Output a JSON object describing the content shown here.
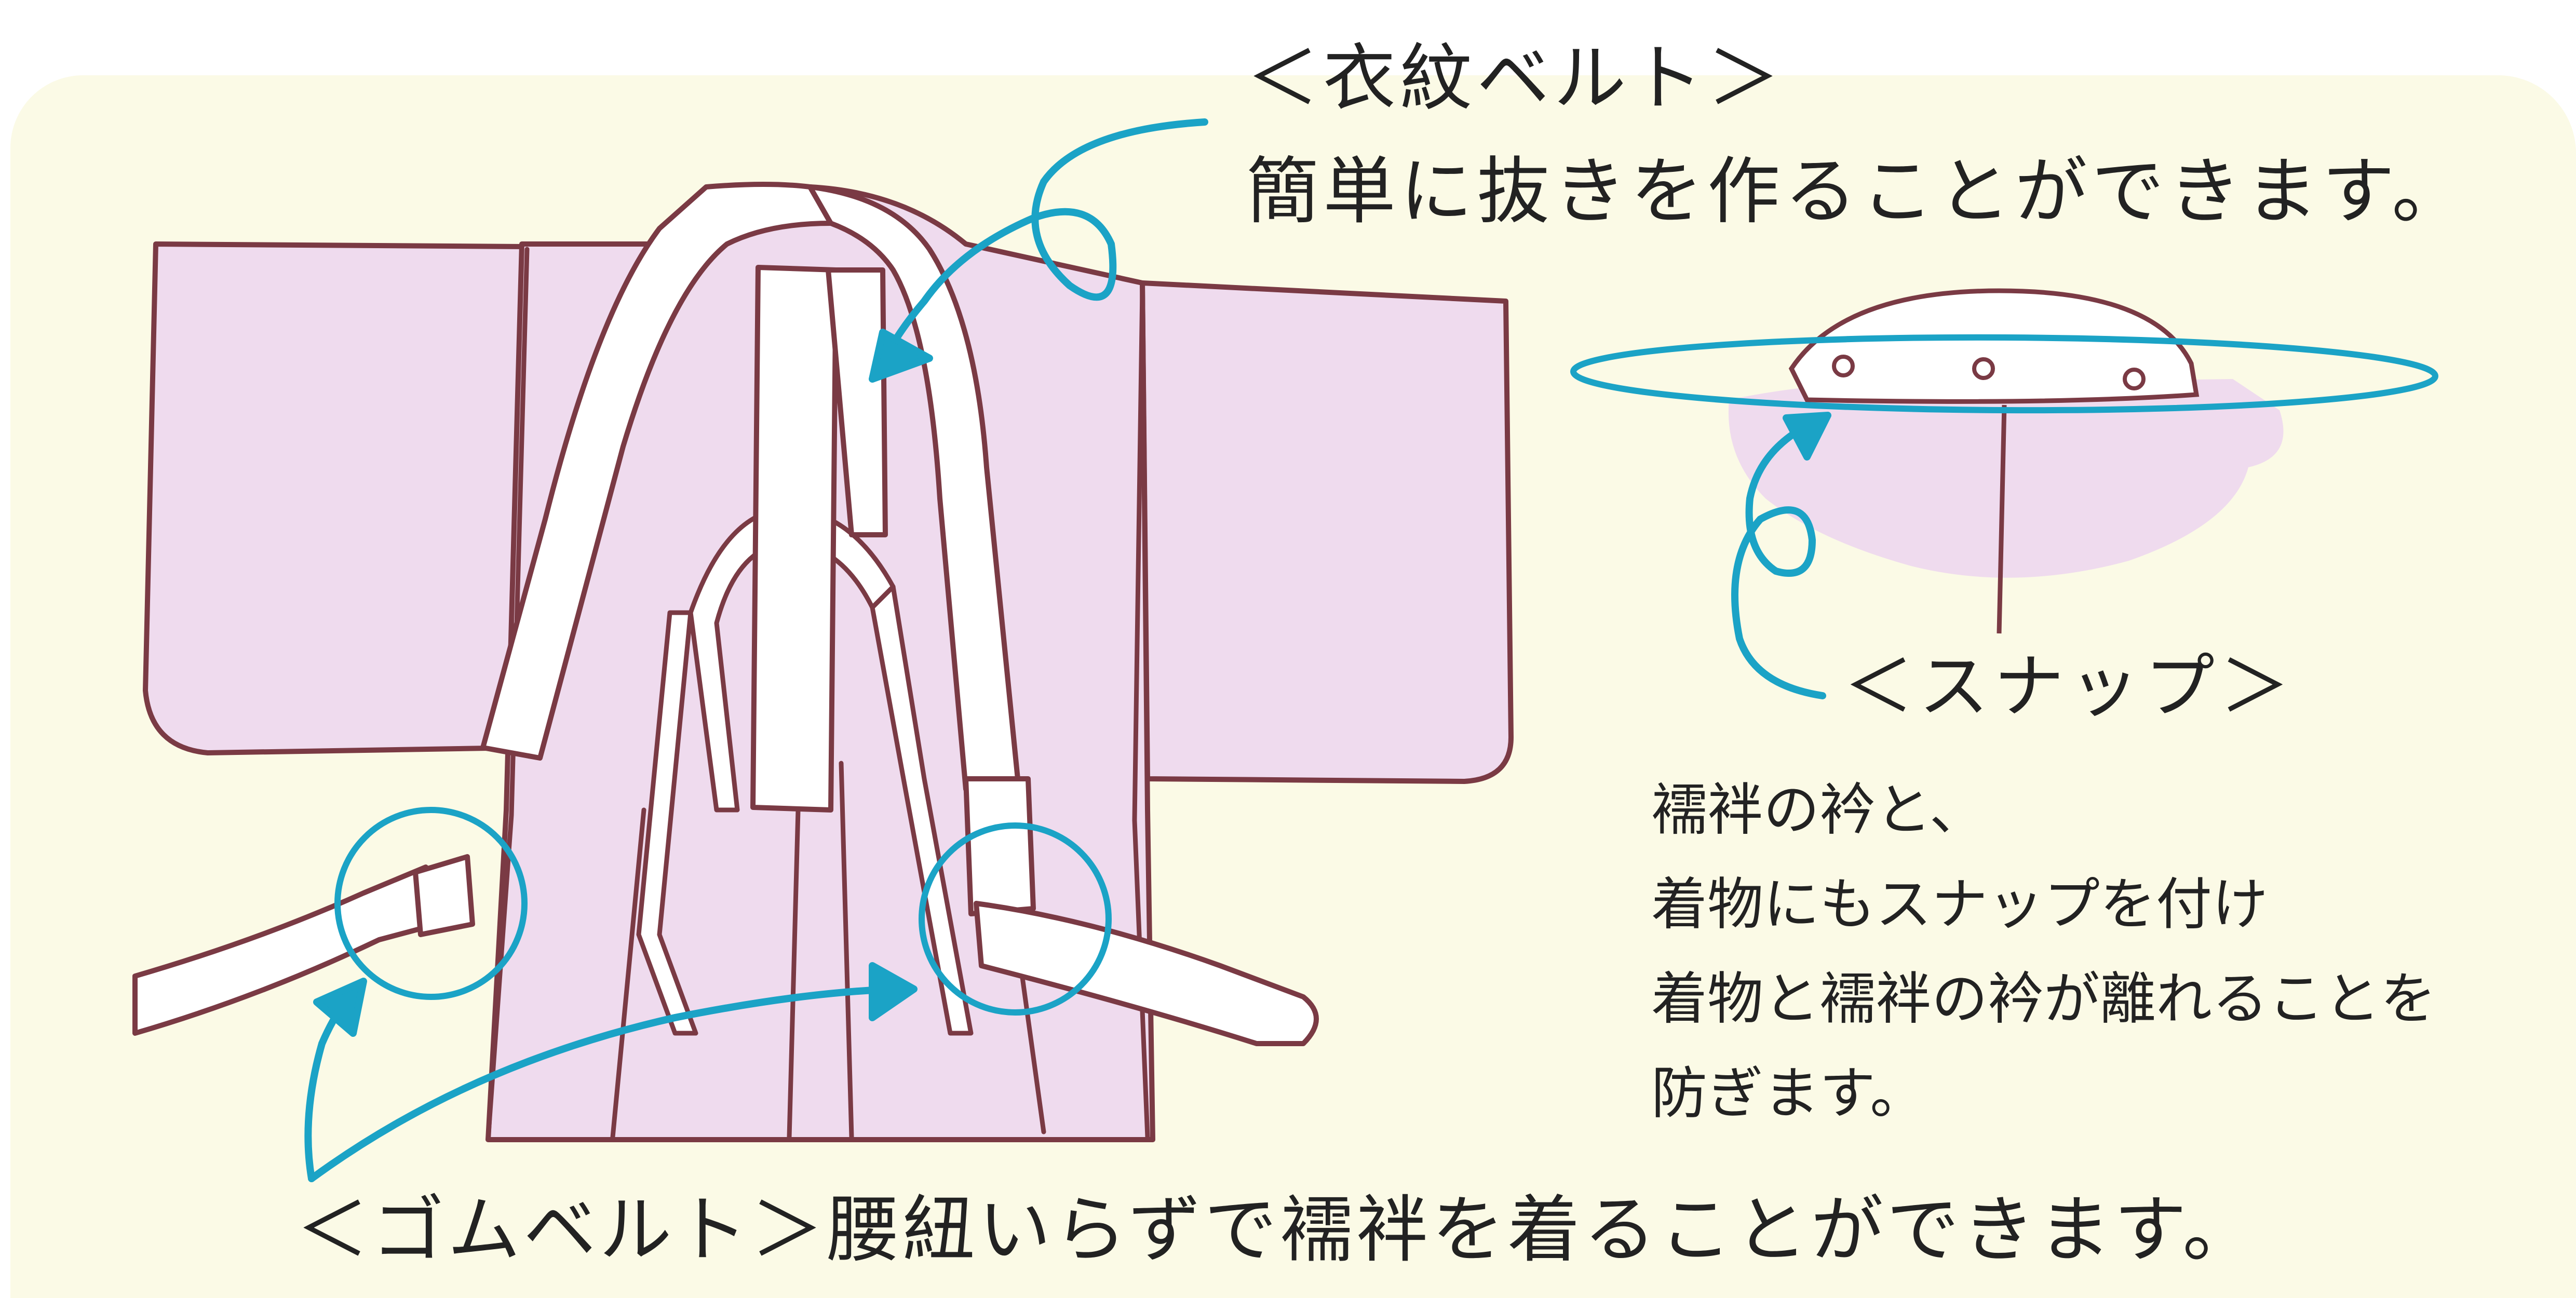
{
  "annotations": {
    "emon_belt": {
      "title": "＜衣紋ベルト＞",
      "description": "簡単に抜きを作ることができます。"
    },
    "snap": {
      "title": "＜スナップ＞",
      "lines": [
        "襦袢の衿と、",
        "着物にもスナップを付け",
        "着物と襦袢の衿が離れることを",
        "防ぎます。"
      ]
    },
    "gom_belt": {
      "text": "＜ゴムベルト＞腰紐いらずで襦袢を着ることができます。"
    }
  },
  "colors": {
    "background_panel": "#fbfae6",
    "garment_fill": "#efdbee",
    "outline": "#7a3a44",
    "belt": "#ffffff",
    "accent": "#1ba3c6",
    "text": "#222222"
  }
}
